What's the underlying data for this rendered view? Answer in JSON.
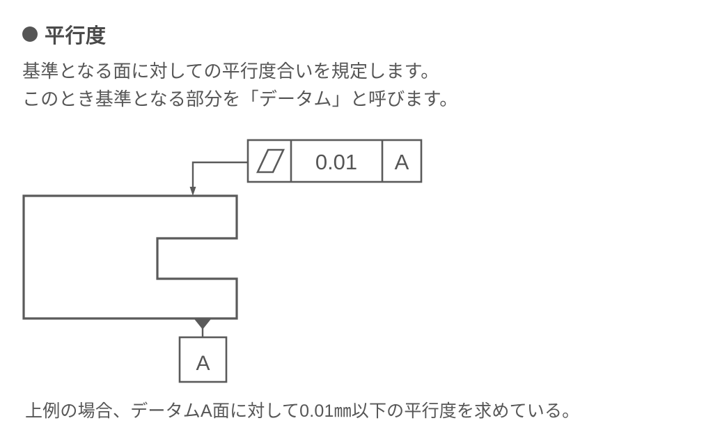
{
  "page": {
    "background": "#ffffff",
    "line_color": "#5a5a5a",
    "text_color": "#555555"
  },
  "heading": {
    "bullet": "bullet-icon",
    "title": "平行度"
  },
  "description": {
    "line1": "基準となる面に対しての平行度合いを規定します。",
    "line2": "このとき基準となる部分を「データム」と呼びます。"
  },
  "diagram": {
    "feature_control_frame": {
      "symbol_name": "parallelism-symbol",
      "tolerance_value": "0.01",
      "datum_reference": "A"
    },
    "datum_feature": {
      "label": "A",
      "symbol_name": "datum-triangle-icon"
    },
    "leader": {
      "name": "leader-line-with-arrow"
    },
    "part": {
      "name": "c-shaped-bracket-profile"
    }
  },
  "caption": {
    "text": "上例の場合、データムA面に対して0.01㎜以下の平行度を求めている。"
  }
}
